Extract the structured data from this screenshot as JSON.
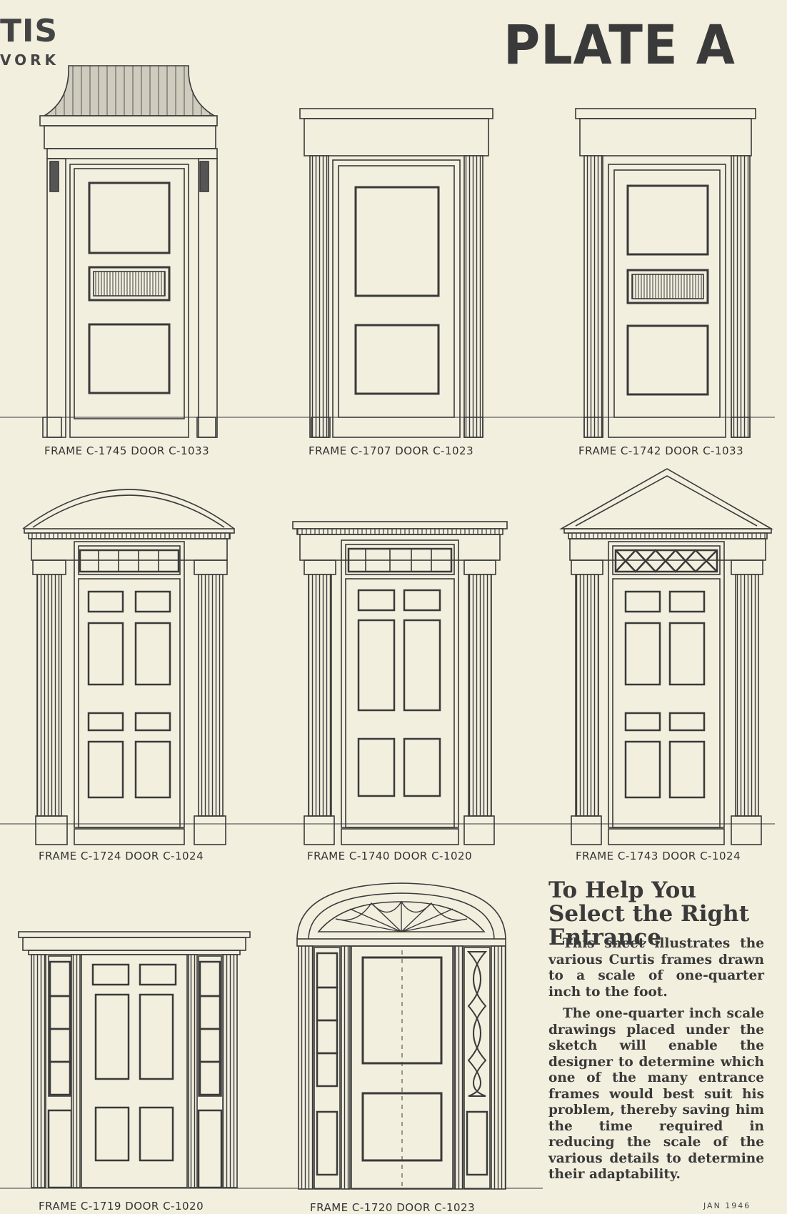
{
  "header": {
    "logo_main": "TIS",
    "logo_sub": "VORK",
    "plate_title": "PLATE A"
  },
  "captions": [
    "FRAME C-1745 DOOR C-1033",
    "FRAME C-1707 DOOR C-1023",
    "FRAME C-1742 DOOR C-1033",
    "FRAME C-1724  DOOR  C-1024",
    "FRAME C-1740  DOOR  C-1020",
    "FRAME C-1743  DOOR  C-1024",
    "FRAME  C-1719   DOOR  C-1020",
    "FRAME  C-1720   DOOR  C-1023"
  ],
  "help": {
    "heading": "To Help You Select the Right Entrance",
    "paragraphs": [
      "This sheet illustrates the various Curtis frames drawn to a scale of one-quarter inch to the foot.",
      "The one-quarter inch scale drawings placed under the sketch will enable the designer to determine which one of the many entrance frames would best suit his problem, thereby saving him the time required in reducing the scale of the various details to determine their adaptability."
    ]
  },
  "footer": {
    "date": "JAN 1946"
  },
  "colors": {
    "paper": "#f3efdf",
    "ink": "#3a3a3a"
  }
}
